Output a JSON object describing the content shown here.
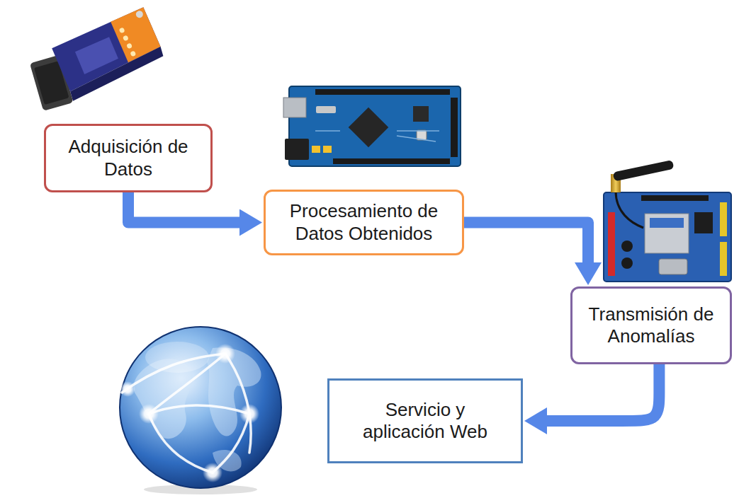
{
  "diagram": {
    "nodes": [
      {
        "text": [
          "Adquisición de Datos"
        ]
      },
      {
        "text": [
          "Procesamiento de Datos Obtenidos"
        ]
      },
      {
        "text": [
          "Transmisión de Anomalías"
        ]
      },
      {
        "text": [
          "Servicio y aplicación Web"
        ]
      }
    ],
    "edges": [
      {
        "from": 0,
        "to": 1,
        "arrow": "to"
      },
      {
        "from": 1,
        "to": 2,
        "arrow": "to"
      },
      {
        "from": 2,
        "to": 3,
        "arrow": "to"
      }
    ]
  }
}
